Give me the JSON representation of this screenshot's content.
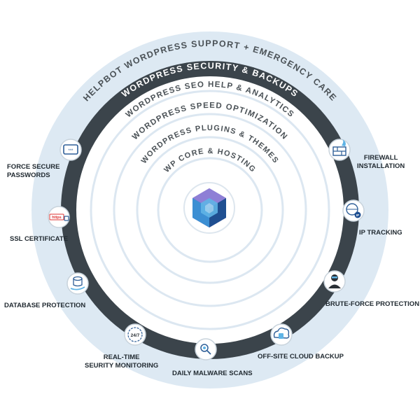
{
  "colors": {
    "outer_band": "#dde9f3",
    "dark_band": "#3b444b",
    "ring_line": "#d3e1ee",
    "ring_text_dark": "#4b5257",
    "ring_text_light": "#ffffff",
    "logo_dark": "#1f4f91",
    "logo_light": "#5fb4e6",
    "logo_purple": "#6a57b8"
  },
  "rings": {
    "outer": "HELPBOT WORDPRESS SUPPORT + EMERGENCY CARE",
    "security": "WORDPRESS SECURITY & BACKUPS",
    "seo": "WORDPRESS SEO HELP & ANALYTICS",
    "speed": "WORDPRESS SPEED OPTIMIZATION",
    "plugins": "WORDPRESS PLUGINS & THEMES",
    "core": "WP CORE & HOSTING"
  },
  "features": {
    "force_secure_passwords": [
      "FORCE SECURE",
      "PASSWORDS"
    ],
    "firewall_installation": [
      "FIREWALL",
      "INSTALLATION"
    ],
    "ssl_certificate": "SSL CERTIFICATE",
    "ssl_badge": "https",
    "ip_tracking": "IP TRACKING",
    "ip_badge": "IP",
    "database_protection": "DATABASE PROTECTION",
    "brute_force_protection": "BRUTE-FORCE PROTECTION",
    "real_time_monitoring": [
      "REAL-TIME",
      "SEURITY MONITORING"
    ],
    "badge_247": "24/7",
    "off_site_backup": "OFF-SITE CLOUD BACKUP",
    "daily_malware_scans": "DAILY MALWARE SCANS"
  }
}
